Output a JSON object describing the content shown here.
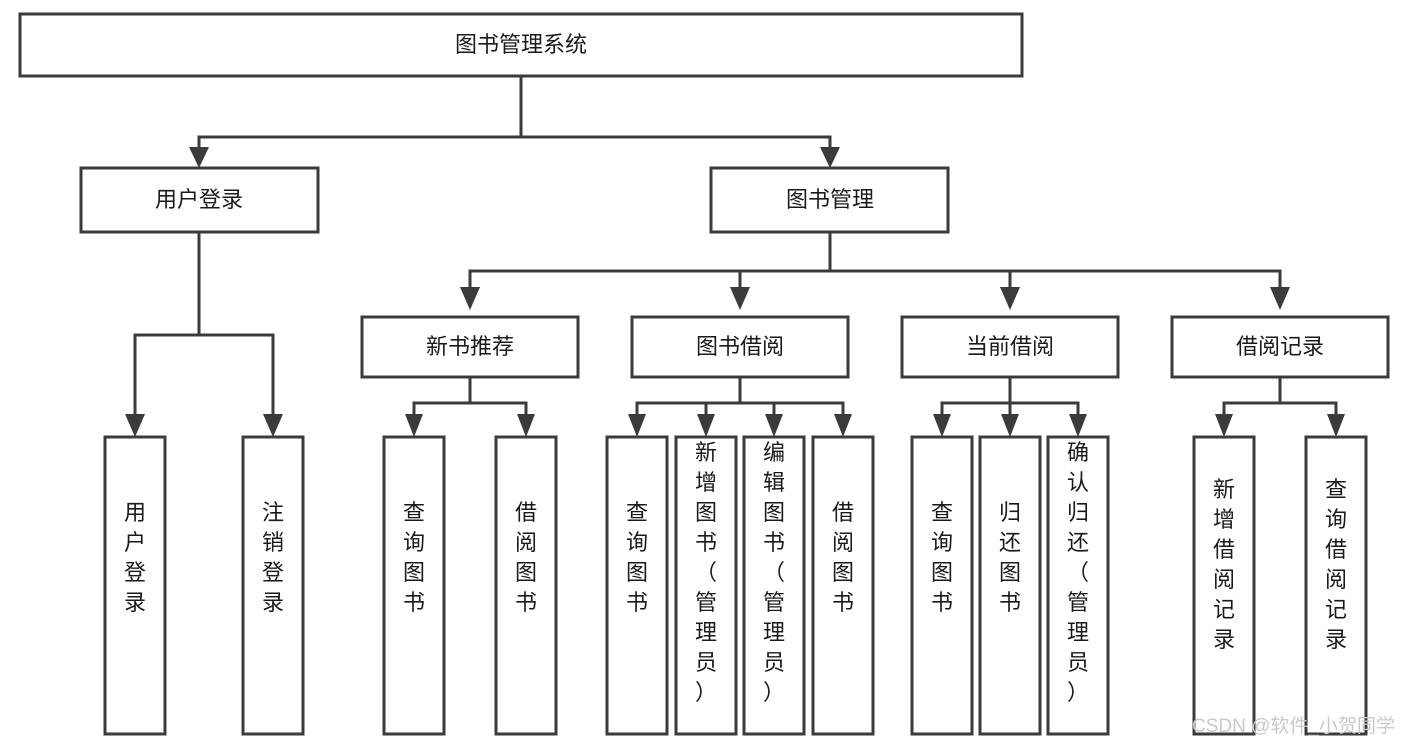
{
  "diagram": {
    "title": "图书管理系统",
    "type": "hierarchy-tree",
    "orientation": "top-down",
    "colors": {
      "box_stroke": "#3b3b3b",
      "box_fill": "#ffffff",
      "text": "#1a1a1a",
      "connector": "#3b3b3b",
      "background": "#ffffff",
      "watermark": "#c9c9c9"
    },
    "levels": {
      "root": {
        "label": "图书管理系统"
      },
      "level2": [
        {
          "id": "user-login",
          "label": "用户登录"
        },
        {
          "id": "book-manage",
          "label": "图书管理"
        }
      ],
      "level3": [
        {
          "id": "new-book-recommend",
          "label": "新书推荐",
          "parent": "book-manage"
        },
        {
          "id": "book-borrow",
          "label": "图书借阅",
          "parent": "book-manage"
        },
        {
          "id": "current-borrow",
          "label": "当前借阅",
          "parent": "book-manage"
        },
        {
          "id": "borrow-record",
          "label": "借阅记录",
          "parent": "book-manage"
        }
      ],
      "leaves": {
        "user-login": [
          {
            "id": "leaf-user-login",
            "label": "用户登录"
          },
          {
            "id": "leaf-user-logout",
            "label": "注销登录"
          }
        ],
        "new-book-recommend": [
          {
            "id": "leaf-query-book-1",
            "label": "查询图书"
          },
          {
            "id": "leaf-borrow-book-1",
            "label": "借阅图书"
          }
        ],
        "book-borrow": [
          {
            "id": "leaf-query-book-2",
            "label": "查询图书"
          },
          {
            "id": "leaf-add-book",
            "label": "新增图书（管理员）"
          },
          {
            "id": "leaf-edit-book",
            "label": "编辑图书（管理员）"
          },
          {
            "id": "leaf-borrow-book-2",
            "label": "借阅图书"
          }
        ],
        "current-borrow": [
          {
            "id": "leaf-query-book-3",
            "label": "查询图书"
          },
          {
            "id": "leaf-return-book",
            "label": "归还图书"
          },
          {
            "id": "leaf-confirm-return",
            "label": "确认归还（管理员）"
          }
        ],
        "borrow-record": [
          {
            "id": "leaf-add-record",
            "label": "新增借阅记录"
          },
          {
            "id": "leaf-query-record",
            "label": "查询借阅记录"
          }
        ]
      }
    }
  },
  "watermark": {
    "text": "CSDN @软件_小贺同学"
  }
}
